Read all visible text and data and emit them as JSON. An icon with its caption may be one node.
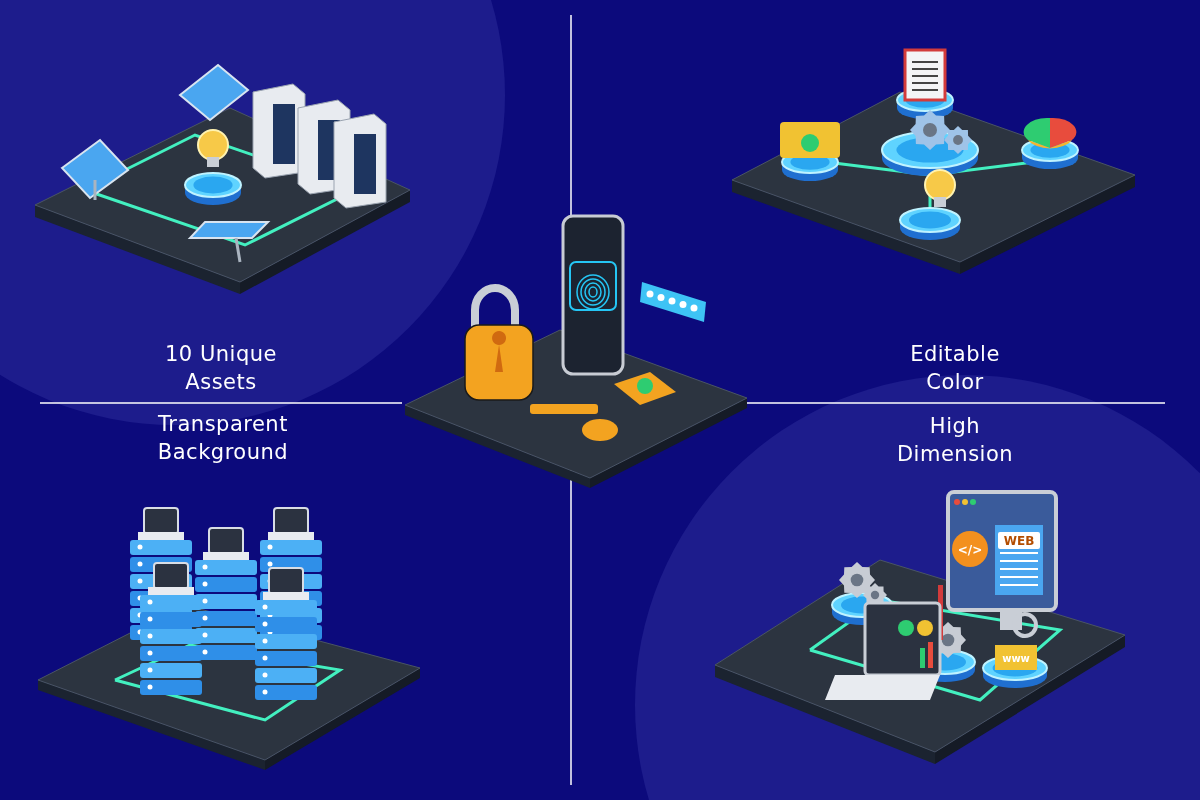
{
  "diagram": {
    "labels": [
      "10 Unique Assets",
      "Editable Color",
      "Transparent Background",
      "High Dimension",
      "</>",
      "WEB",
      "www"
    ]
  }
}
